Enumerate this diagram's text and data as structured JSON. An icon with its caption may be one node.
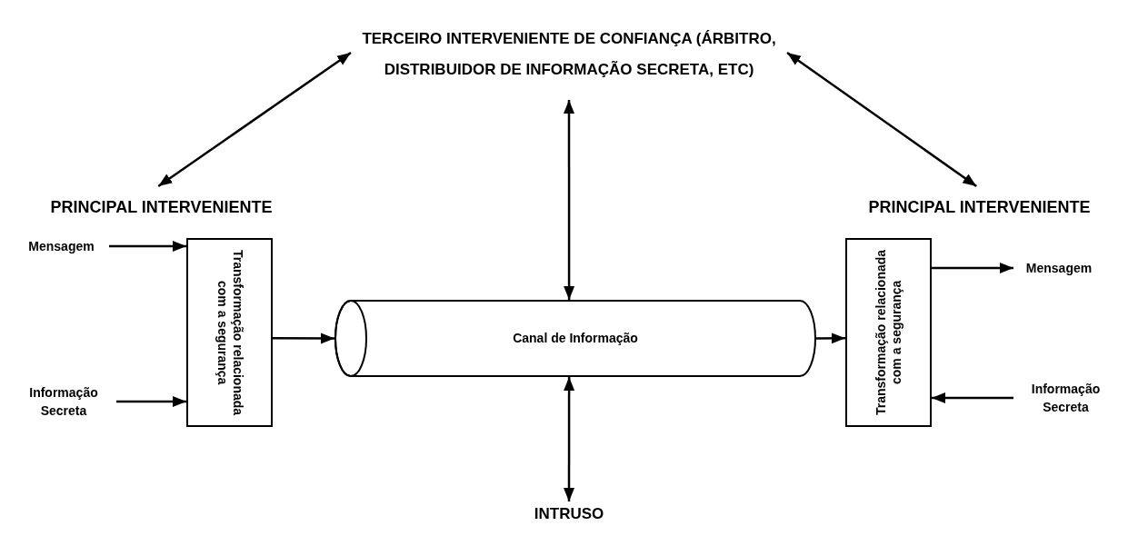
{
  "diagram": {
    "nodes": [
      {
        "text": [
          "TERCEIRO INTERVENIENTE DE CONFIANÇA (ÁRBITRO, DISTRIBUIDOR DE INFORMAÇÃO SECRETA, ETC)"
        ]
      },
      {
        "text": [
          "PRINCIPAL INTERVENIENTE"
        ]
      },
      {
        "text": [
          "PRINCIPAL INTERVENIENTE"
        ]
      },
      {
        "text": [
          "Mensagem"
        ]
      },
      {
        "text": [
          "Informação Secreta"
        ]
      },
      {
        "text": [
          "Transformação relacionada com a segurança"
        ]
      },
      {
        "text": [
          "Canal de Informação"
        ]
      },
      {
        "text": [
          "Transformação relacionada com a segurança"
        ]
      },
      {
        "text": [
          "Mensagem"
        ]
      },
      {
        "text": [
          "Informação Secreta"
        ]
      },
      {
        "text": [
          "INTRUSO"
        ]
      }
    ],
    "edges": [
      {
        "from": 0,
        "to": 1,
        "arrow": "both"
      },
      {
        "from": 0,
        "to": 2,
        "arrow": "both"
      },
      {
        "from": 0,
        "to": 6,
        "arrow": "both"
      },
      {
        "from": 3,
        "to": 5,
        "arrow": "to"
      },
      {
        "from": 4,
        "to": 5,
        "arrow": "to"
      },
      {
        "from": 5,
        "to": 6,
        "arrow": "to"
      },
      {
        "from": 6,
        "to": 7,
        "arrow": "to"
      },
      {
        "from": 7,
        "to": 8,
        "arrow": "to"
      },
      {
        "from": 9,
        "to": 7,
        "arrow": "to"
      },
      {
        "from": 6,
        "to": 10,
        "arrow": "both"
      }
    ]
  }
}
